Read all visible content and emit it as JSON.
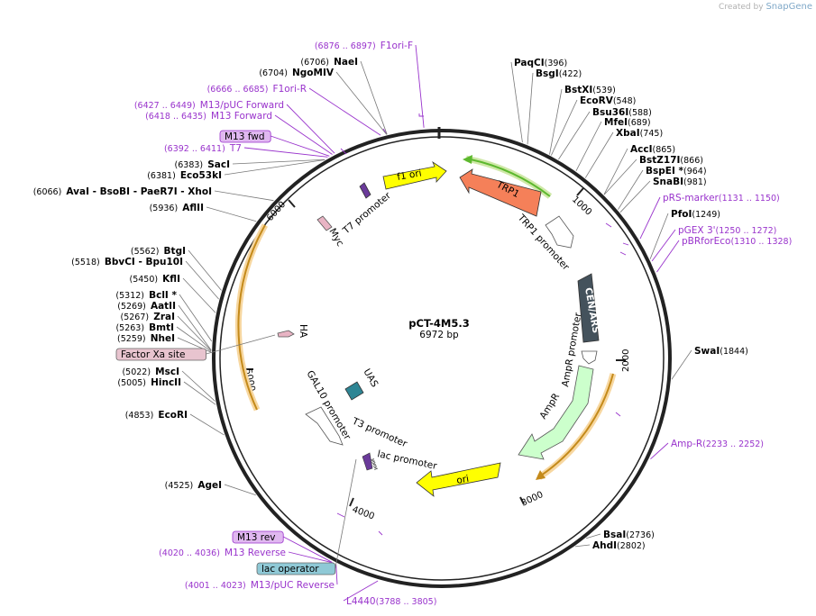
{
  "credit": {
    "prefix": "Created by",
    "brand": "SnapGene"
  },
  "plasmid": {
    "name": "pCT-4M5.3",
    "size_label": "6972 bp",
    "length": 6972
  },
  "ticks": [
    {
      "pos": 1000,
      "label": "1000"
    },
    {
      "pos": 2000,
      "label": "2000"
    },
    {
      "pos": 3000,
      "label": "3000"
    },
    {
      "pos": 4000,
      "label": "4000"
    },
    {
      "pos": 5000,
      "label": "5000"
    },
    {
      "pos": 6000,
      "label": "6000"
    }
  ],
  "sites": [
    {
      "id": "paqci",
      "name": "PaqCI",
      "pos": 396,
      "pos_label": "(396)",
      "side": "right"
    },
    {
      "id": "bsgi",
      "name": "BsgI",
      "pos": 422,
      "pos_label": "(422)",
      "side": "right"
    },
    {
      "id": "bstxi",
      "name": "BstXI",
      "pos": 539,
      "pos_label": "(539)",
      "side": "right"
    },
    {
      "id": "ecorv",
      "name": "EcoRV",
      "pos": 548,
      "pos_label": "(548)",
      "side": "right"
    },
    {
      "id": "bsu36i",
      "name": "Bsu36I",
      "pos": 588,
      "pos_label": "(588)",
      "side": "right"
    },
    {
      "id": "mfei",
      "name": "MfeI",
      "pos": 689,
      "pos_label": "(689)",
      "side": "right"
    },
    {
      "id": "xbai",
      "name": "XbaI",
      "pos": 745,
      "pos_label": "(745)",
      "side": "right"
    },
    {
      "id": "acci",
      "name": "AccI",
      "pos": 865,
      "pos_label": "(865)",
      "side": "right"
    },
    {
      "id": "bstz17i",
      "name": "BstZ17I",
      "pos": 866,
      "pos_label": "(866)",
      "side": "right"
    },
    {
      "id": "bspei",
      "name": "BspEI *",
      "pos": 964,
      "pos_label": "(964)",
      "side": "right"
    },
    {
      "id": "snabi",
      "name": "SnaBI",
      "pos": 981,
      "pos_label": "(981)",
      "side": "right"
    },
    {
      "id": "pfoi",
      "name": "PfoI",
      "pos": 1249,
      "pos_label": "(1249)",
      "side": "right"
    },
    {
      "id": "swai",
      "name": "SwaI",
      "pos": 1844,
      "pos_label": "(1844)",
      "side": "right"
    },
    {
      "id": "bsai",
      "name": "BsaI",
      "pos": 2736,
      "pos_label": "(2736)",
      "side": "right"
    },
    {
      "id": "ahdi",
      "name": "AhdI",
      "pos": 2802,
      "pos_label": "(2802)",
      "side": "right"
    },
    {
      "id": "agei",
      "name": "AgeI",
      "pos": 4525,
      "pos_label": "(4525)",
      "side": "left"
    },
    {
      "id": "ecori",
      "name": "EcoRI",
      "pos": 4853,
      "pos_label": "(4853)",
      "side": "left"
    },
    {
      "id": "hincii",
      "name": "HincII",
      "pos": 5005,
      "pos_label": "(5005)",
      "side": "left"
    },
    {
      "id": "msci",
      "name": "MscI",
      "pos": 5022,
      "pos_label": "(5022)",
      "side": "left"
    },
    {
      "id": "nhei",
      "name": "NheI",
      "pos": 5259,
      "pos_label": "(5259)",
      "side": "left"
    },
    {
      "id": "bmti",
      "name": "BmtI",
      "pos": 5263,
      "pos_label": "(5263)",
      "side": "left"
    },
    {
      "id": "zrai",
      "name": "ZraI",
      "pos": 5267,
      "pos_label": "(5267)",
      "side": "left"
    },
    {
      "id": "aatii",
      "name": "AatII",
      "pos": 5269,
      "pos_label": "(5269)",
      "side": "left"
    },
    {
      "id": "bcli",
      "name": "BclI *",
      "pos": 5312,
      "pos_label": "(5312)",
      "side": "left"
    },
    {
      "id": "kfli",
      "name": "KflI",
      "pos": 5450,
      "pos_label": "(5450)",
      "side": "left"
    },
    {
      "id": "bbvci",
      "name": "BbvCI   - Bpu10I",
      "pos": 5518,
      "pos_label": "(5518)",
      "side": "left"
    },
    {
      "id": "btgi",
      "name": "BtgI",
      "pos": 5562,
      "pos_label": "(5562)",
      "side": "left"
    },
    {
      "id": "aflii",
      "name": "AflII",
      "pos": 5936,
      "pos_label": "(5936)",
      "side": "left"
    },
    {
      "id": "avai",
      "name": "AvaI   - BsoBI   - PaeR7I   - XhoI",
      "pos": 6066,
      "pos_label": "(6066)",
      "side": "left"
    },
    {
      "id": "eco53ki",
      "name": "Eco53kI",
      "pos": 6381,
      "pos_label": "(6381)",
      "side": "left"
    },
    {
      "id": "saci",
      "name": "SacI",
      "pos": 6383,
      "pos_label": "(6383)",
      "side": "left"
    },
    {
      "id": "ngomiv",
      "name": "NgoMIV",
      "pos": 6704,
      "pos_label": "(6704)",
      "side": "left"
    },
    {
      "id": "naei",
      "name": "NaeI",
      "pos": 6706,
      "pos_label": "(6706)",
      "side": "left"
    }
  ],
  "primers": [
    {
      "id": "f1ori-f",
      "name": "F1ori-F",
      "range": "(6876 .. 6897)",
      "pos": 6886
    },
    {
      "id": "f1ori-r",
      "name": "F1ori-R",
      "range": "(6666 .. 6685)",
      "pos": 6675
    },
    {
      "id": "m13puc-fwd",
      "name": "M13/pUC Forward",
      "range": "(6427 .. 6449)",
      "pos": 6438
    },
    {
      "id": "m13-forward",
      "name": "M13 Forward",
      "range": "(6418 .. 6435)",
      "pos": 6426
    },
    {
      "id": "m13-fwd",
      "name": "M13 fwd",
      "range": "",
      "pos": 6410,
      "boxed": true
    },
    {
      "id": "t7",
      "name": "T7",
      "range": "(6392 .. 6411)",
      "pos": 6401
    },
    {
      "id": "prs-marker",
      "name": "pRS-marker",
      "range": "(1131 .. 1150)",
      "pos": 1140
    },
    {
      "id": "pgex3",
      "name": "pGEX 3'",
      "range": "(1250 .. 1272)",
      "pos": 1261
    },
    {
      "id": "pbrforeco",
      "name": "pBRforEco",
      "range": "(1310 .. 1328)",
      "pos": 1319
    },
    {
      "id": "amp-r",
      "name": "Amp-R",
      "range": "(2233 .. 2252)",
      "pos": 2242
    },
    {
      "id": "l4440",
      "name": "L4440",
      "range": "(3788 .. 3805)",
      "pos": 3796
    },
    {
      "id": "m13puc-rev",
      "name": "M13/pUC Reverse",
      "range": "(4001 .. 4023)",
      "pos": 4012
    },
    {
      "id": "m13-reverse",
      "name": "M13 Reverse",
      "range": "(4020 .. 4036)",
      "pos": 4028
    },
    {
      "id": "m13-rev",
      "name": "M13 rev",
      "range": "",
      "pos": 4036,
      "boxed": true
    }
  ],
  "boxed_labels": [
    {
      "id": "factor-xa",
      "name": "Factor Xa site",
      "color": "#e8c4cf"
    },
    {
      "id": "lac-operator",
      "name": "lac operator",
      "color": "#8fc9d6"
    }
  ],
  "features": [
    {
      "id": "f1-ori",
      "name": "f1 ori",
      "color": "#ffff00"
    },
    {
      "id": "trp1",
      "name": "TRP1",
      "color": "#f58059"
    },
    {
      "id": "trp1-promoter",
      "name": "TRP1 promoter",
      "color": "#ffffff"
    },
    {
      "id": "cen-ars",
      "name": "CEN/ARS",
      "color": "#44525c"
    },
    {
      "id": "ampr-promoter",
      "name": "AmpR promoter",
      "color": "#ffffff"
    },
    {
      "id": "ampr",
      "name": "AmpR",
      "color": "#ccffcc"
    },
    {
      "id": "ori",
      "name": "ori",
      "color": "#ffff00"
    },
    {
      "id": "lac-promoter",
      "name": "lac promoter",
      "color": "#ffffff"
    },
    {
      "id": "t3-promoter",
      "name": "T3 promoter",
      "color": "#ffffff"
    },
    {
      "id": "gal10-promoter",
      "name": "GAL10 promoter",
      "color": "#ffffff"
    },
    {
      "id": "uas",
      "name": "UAS",
      "color": "#2e8594"
    },
    {
      "id": "ha",
      "name": "HA",
      "color": "#e8b4c4"
    },
    {
      "id": "myc",
      "name": "Myc",
      "color": "#e8b4c4"
    },
    {
      "id": "t7-promoter",
      "name": "T7 promoter",
      "color": "#ffffff"
    },
    {
      "id": "small-arr",
      "name": "MMM",
      "color": "#6a3a9a"
    }
  ],
  "colors": {
    "backbone": "#222222",
    "primer": "#9933cc",
    "orf_orange": "#f5a623",
    "orf_green": "#5cb82e"
  }
}
